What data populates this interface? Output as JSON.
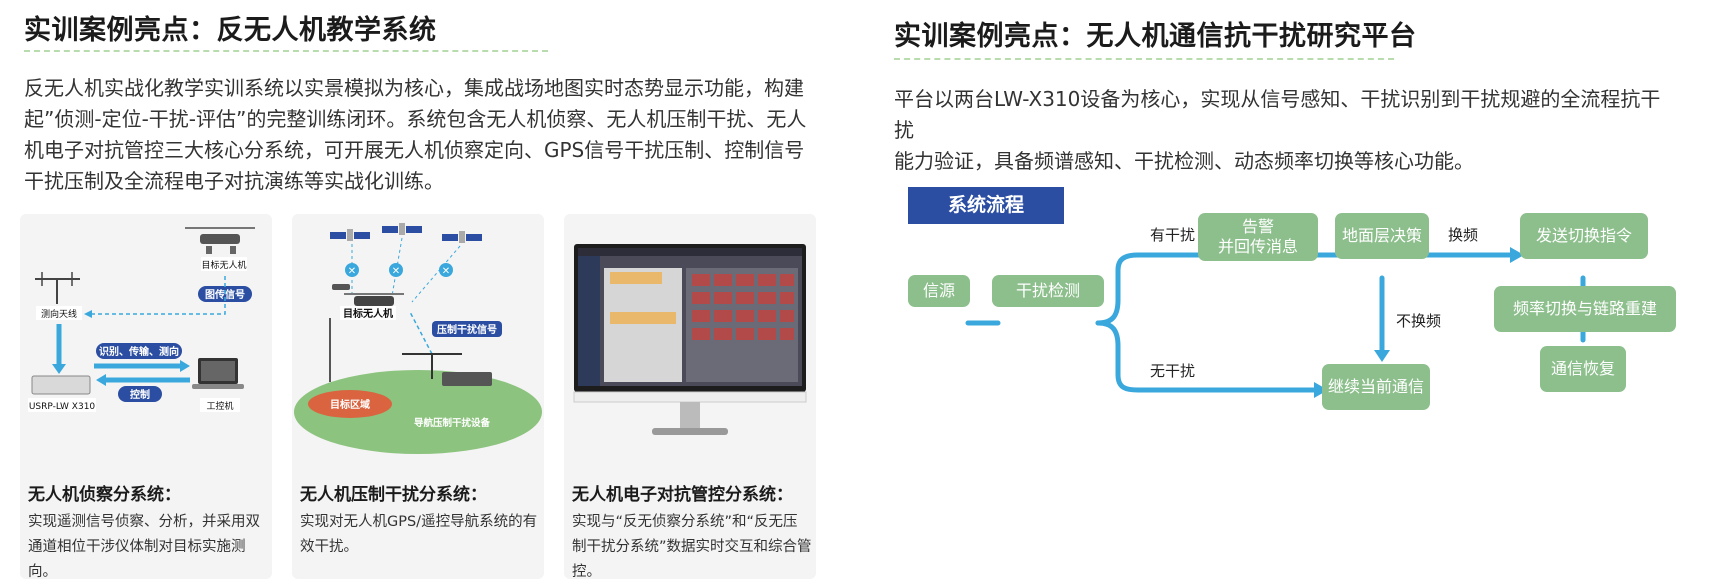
{
  "left": {
    "title": "实训案例亮点：反无人机教学系统",
    "paragraph_lines": [
      "反无人机实战化教学实训系统以实景模拟为核心，集成战场地图实时态势显示功能，构建",
      "起”侦测-定位-干扰-评估”的完整训练闭环。系统包含无人机侦察、无人机压制干扰、无人",
      "机电子对抗管控三大核心分系统，可开展无人机侦察定向、GPS信号干扰压制、控制信号",
      "干扰压制及全流程电子对抗演练等实战化训练。"
    ],
    "cards": [
      {
        "title": "无人机侦察分系统：",
        "desc": "实现遥测信号侦察、分析，并采用双通道相位干涉仪体制对目标实施测向。",
        "labels": {
          "target_drone": "目标无人机",
          "video_signal": "图传信号",
          "df_antenna": "测向天线",
          "id_transfer_df": "识别、传输、测向",
          "control": "控制",
          "usrp": "USRP-LW X310",
          "ipc": "工控机"
        }
      },
      {
        "title": "无人机压制干扰分系统：",
        "desc": "实现对无人机GPS/遥控导航系统的有效干扰。",
        "labels": {
          "target_drone": "目标无人机",
          "jamming_signal": "压制干扰信号",
          "target_area": "目标区域",
          "nav_jammer": "导航压制干扰设备"
        }
      },
      {
        "title": "无人机电子对抗管控分系统：",
        "desc": "实现与“反无侦察分系统”和“反无压制干扰分系统”数据实时交互和综合管控。",
        "labels": {}
      }
    ]
  },
  "right": {
    "title": "实训案例亮点：无人机通信抗干扰研究平台",
    "paragraph_lines": [
      "平台以两台LW-X310设备为核心，实现从信号感知、干扰识别到干扰规避的全流程抗干扰",
      "能力验证，具备频谱感知、干扰检测、动态频率切换等核心功能。"
    ],
    "flow_badge": "系统流程",
    "flow": {
      "nodes": {
        "source": "信源",
        "detect": "干扰检测",
        "alarm_line1": "告警",
        "alarm_line2": "并回传消息",
        "decision": "地面层决策",
        "send_cmd": "发送切换指令",
        "freq_switch": "频率切换与链路重建",
        "recover": "通信恢复",
        "continue": "继续当前通信"
      },
      "edge_labels": {
        "has_jam": "有干扰",
        "no_jam": "无干扰",
        "switch": "换频",
        "no_switch": "不换频"
      }
    },
    "colors": {
      "node": "#8cbf8c",
      "arrow": "#3aa8dc",
      "badge": "#2b4ea2",
      "rule": "#b9dcae"
    }
  }
}
